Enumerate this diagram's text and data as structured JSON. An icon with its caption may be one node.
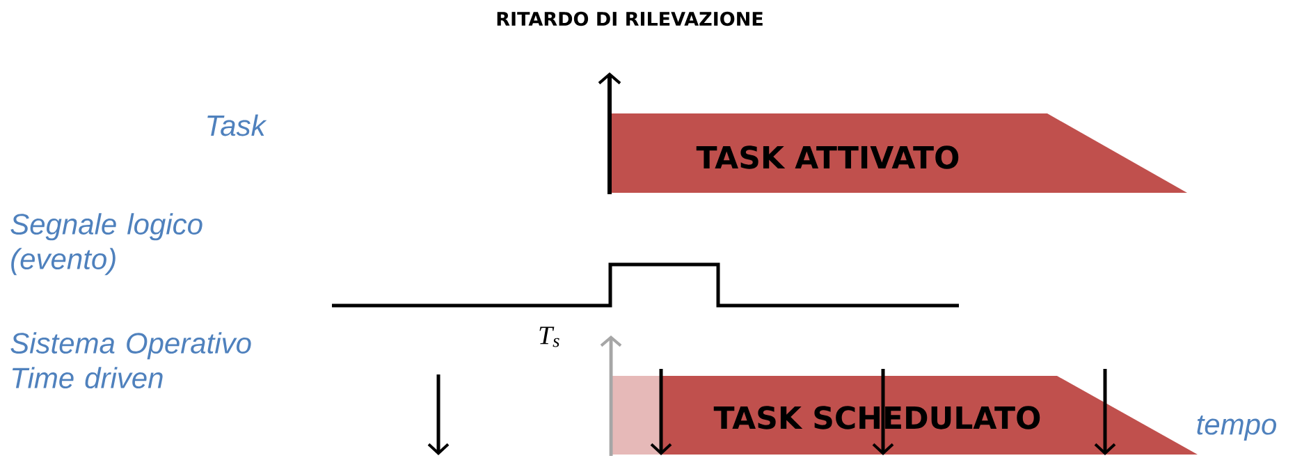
{
  "diagram": {
    "title": "RITARDO DI  RILEVAZIONE",
    "nodes": [
      {
        "text": [
          "TASK ATTIVATO"
        ]
      },
      {
        "text": [
          "TASK SCHEDULATO"
        ]
      }
    ],
    "labels": [
      "Task",
      "Segnale logico (evento)",
      "T$_{s}$",
      "Sistema Operativo Time driven",
      "tempo"
    ]
  }
}
